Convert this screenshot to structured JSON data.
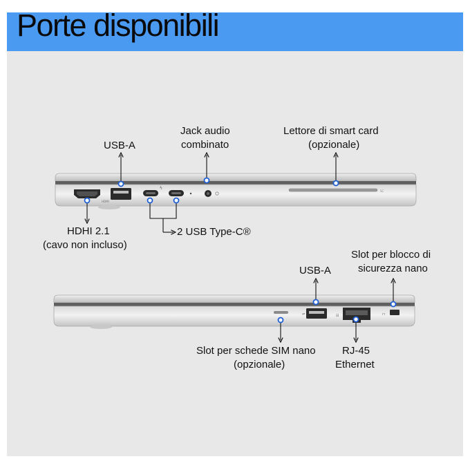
{
  "title": "Porte disponibili",
  "labels": {
    "usb_a_top": "USB-A",
    "jack_line1": "Jack audio",
    "jack_line2": "combinato",
    "smartcard_line1": "Lettore di smart card",
    "smartcard_line2": "(opzionale)",
    "hdmi_line1": "HDHI 2.1",
    "hdmi_line2": "(cavo non incluso)",
    "usbc": "2 USB Type-C®",
    "lock_line1": "Slot per blocco di",
    "lock_line2": "sicurezza nano",
    "usb_a_bottom": "USB-A",
    "sim_line1": "Slot per schede SIM nano",
    "sim_line2": "(opzionale)",
    "rj45_line1": "RJ-45",
    "rj45_line2": "Ethernet"
  },
  "colors": {
    "header": "#4a9af2",
    "panel": "#e8e8e8",
    "callout": "#1f5fd6",
    "arrow": "#111111"
  }
}
